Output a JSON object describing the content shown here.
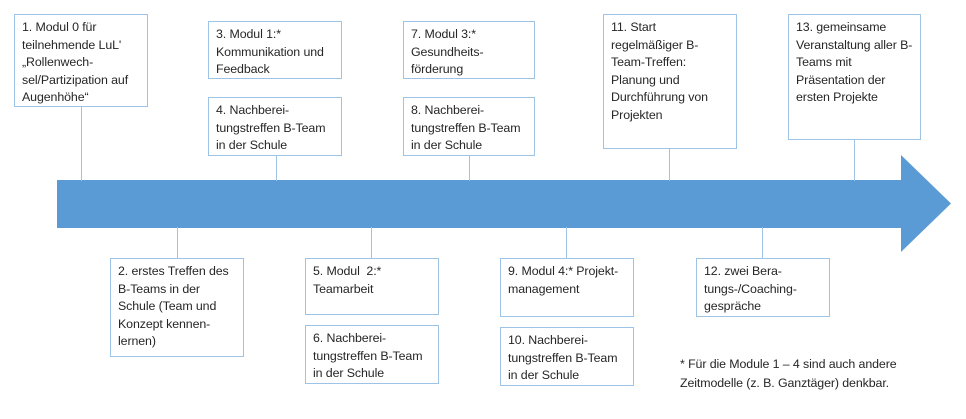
{
  "diagram": {
    "title": "B-Team Modul Zeitstrahl",
    "colors": {
      "arrow_fill": "#5B9BD5",
      "box_border": "#9DC3E6",
      "text": "#262626",
      "background": "#FFFFFF"
    },
    "nodes_above": [
      {
        "id": "node-1",
        "text": "1. Modul 0 für teilnehmende LuL' „Rollenwech-sel/Partizipation auf Augenhöhe“"
      },
      {
        "id": "node-3",
        "text": "3. Modul 1:* Kommunikation und Feedback"
      },
      {
        "id": "node-4",
        "text": "4. Nachberei-tungstreffen B-Team in der Schule"
      },
      {
        "id": "node-7",
        "text": "7. Modul 3:* Gesundheits-förderung"
      },
      {
        "id": "node-8",
        "text": "8. Nachberei-tungstreffen B-Team in der Schule"
      },
      {
        "id": "node-11",
        "text": "11. Start regelmäßiger B-Team-Treffen: Planung und Durchführung von Projekten"
      },
      {
        "id": "node-13",
        "text": "13. gemeinsame Veranstaltung aller B-Teams mit Präsentation der ersten Projekte"
      }
    ],
    "nodes_below": [
      {
        "id": "node-2",
        "text": "2. erstes Treffen des B-Teams in der Schule (Team und Konzept kennen-lernen)"
      },
      {
        "id": "node-5",
        "text": "5. Modul  2:* Teamarbeit"
      },
      {
        "id": "node-6",
        "text": "6. Nachberei-tungstreffen B-Team in der Schule"
      },
      {
        "id": "node-9",
        "text": "9. Modul 4:* Projekt-management"
      },
      {
        "id": "node-10",
        "text": "10. Nachberei-tungstreffen B-Team in der Schule"
      },
      {
        "id": "node-12",
        "text": "12. zwei Bera-tungs-/Coaching-gespräche"
      }
    ],
    "footnote": "* Für die Module 1 – 4 sind auch andere\nZeitmodelle (z. B. Ganztäger) denkbar."
  }
}
